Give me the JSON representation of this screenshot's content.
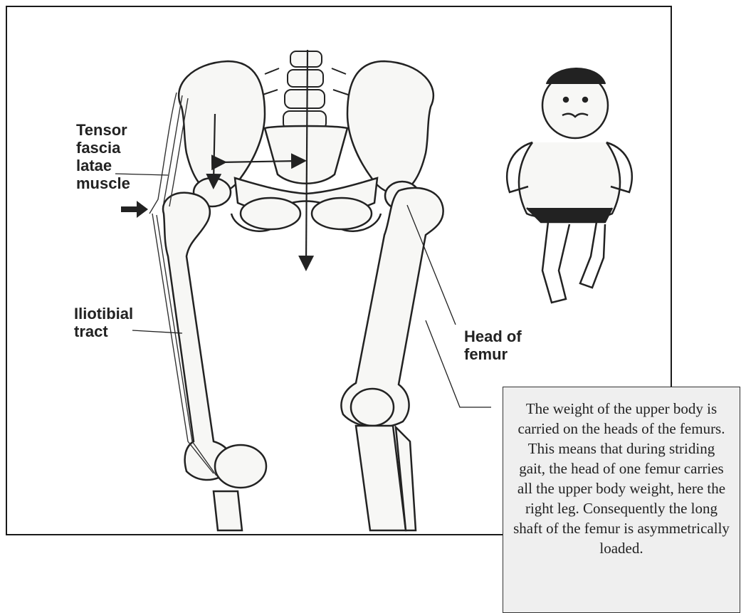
{
  "labels": {
    "tensor_fascia_latae": "Tensor\nfascia\nlatae\nmuscle",
    "iliotibial_tract": "Iliotibial\ntract",
    "head_of_femur": "Head of\nfemur"
  },
  "caption": "The weight of the upper body is carried on the heads of the femurs. This means that during striding gait, the head of one femur carries all the upper body weight, here the right leg. Consequently the long shaft of the femur is asymmetrically loaded.",
  "colors": {
    "line": "#222222",
    "bone_fill": "#f7f7f5",
    "caption_bg": "#efefef"
  }
}
